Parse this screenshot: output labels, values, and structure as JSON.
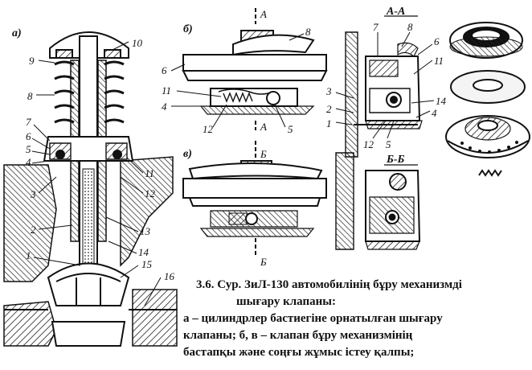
{
  "figure": {
    "panel_labels": {
      "a": "а)",
      "b": "б)",
      "v": "в)",
      "aa": "А-А",
      "bb": "Б-Б"
    },
    "section_marks": {
      "a_top": "А",
      "a_bottom": "А",
      "b_top": "Б",
      "b_bottom": "Б"
    },
    "callouts_a": [
      "10",
      "9",
      "8",
      "7",
      "6",
      "5",
      "4",
      "3",
      "2",
      "1",
      "11",
      "12",
      "13",
      "14",
      "15",
      "16"
    ],
    "callouts_b": [
      "8",
      "6",
      "11",
      "4",
      "12",
      "5"
    ],
    "callouts_aa": [
      "7",
      "8",
      "6",
      "11",
      "3",
      "2",
      "1",
      "14",
      "4",
      "12",
      "5"
    ]
  },
  "caption": {
    "line1": "3.6. Сур.  ЗиЛ-130 автомобилінің  бұру механизмді",
    "line2": "шығару  клапаны:",
    "line3": "а – цилиндрлер бастиегіне орнатылған  шығару",
    "line4": "клапаны;  б, в – клапан бұру механизмінің",
    "line5": "бастапқы және соңғы жұмыс істеу қалпы;"
  }
}
